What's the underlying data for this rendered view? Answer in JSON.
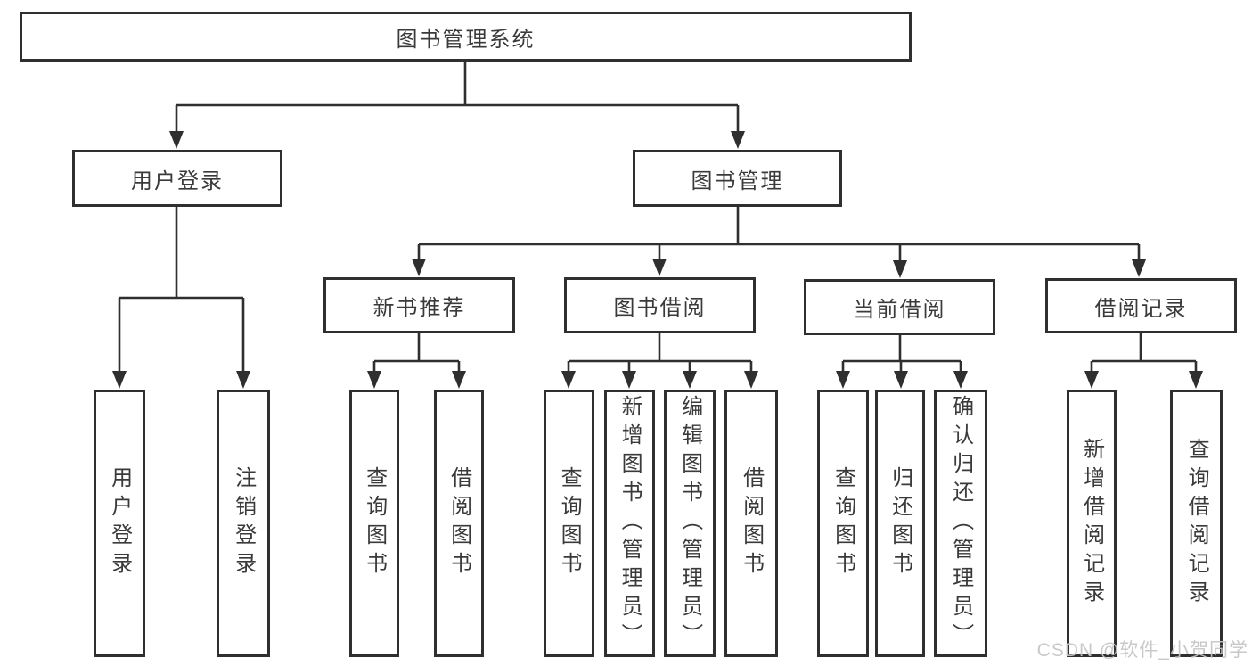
{
  "diagram": {
    "watermark": "CSDN @软件_小贺同学",
    "colors": {
      "line": "#2f2f2f",
      "box_border": "#2f2f2f",
      "text": "#3a3a3a",
      "watermark": "#c5c5c5",
      "background": "#ffffff"
    },
    "tree": {
      "root": {
        "label": "图书管理系统"
      },
      "branches": [
        {
          "label": "用户登录",
          "children": [
            {
              "label": "用户登录"
            },
            {
              "label": "注销登录"
            }
          ]
        },
        {
          "label": "图书管理",
          "children": [
            {
              "label": "新书推荐",
              "children": [
                {
                  "label": "查询图书"
                },
                {
                  "label": "借阅图书"
                }
              ]
            },
            {
              "label": "图书借阅",
              "children": [
                {
                  "label": "查询图书"
                },
                {
                  "label": "新增图书（管理员）"
                },
                {
                  "label": "编辑图书（管理员）"
                },
                {
                  "label": "借阅图书"
                }
              ]
            },
            {
              "label": "当前借阅",
              "children": [
                {
                  "label": "查询图书"
                },
                {
                  "label": "归还图书"
                },
                {
                  "label": "确认归还（管理员）"
                }
              ]
            },
            {
              "label": "借阅记录",
              "children": [
                {
                  "label": "新增借阅记录"
                },
                {
                  "label": "查询借阅记录"
                }
              ]
            }
          ]
        }
      ]
    }
  }
}
